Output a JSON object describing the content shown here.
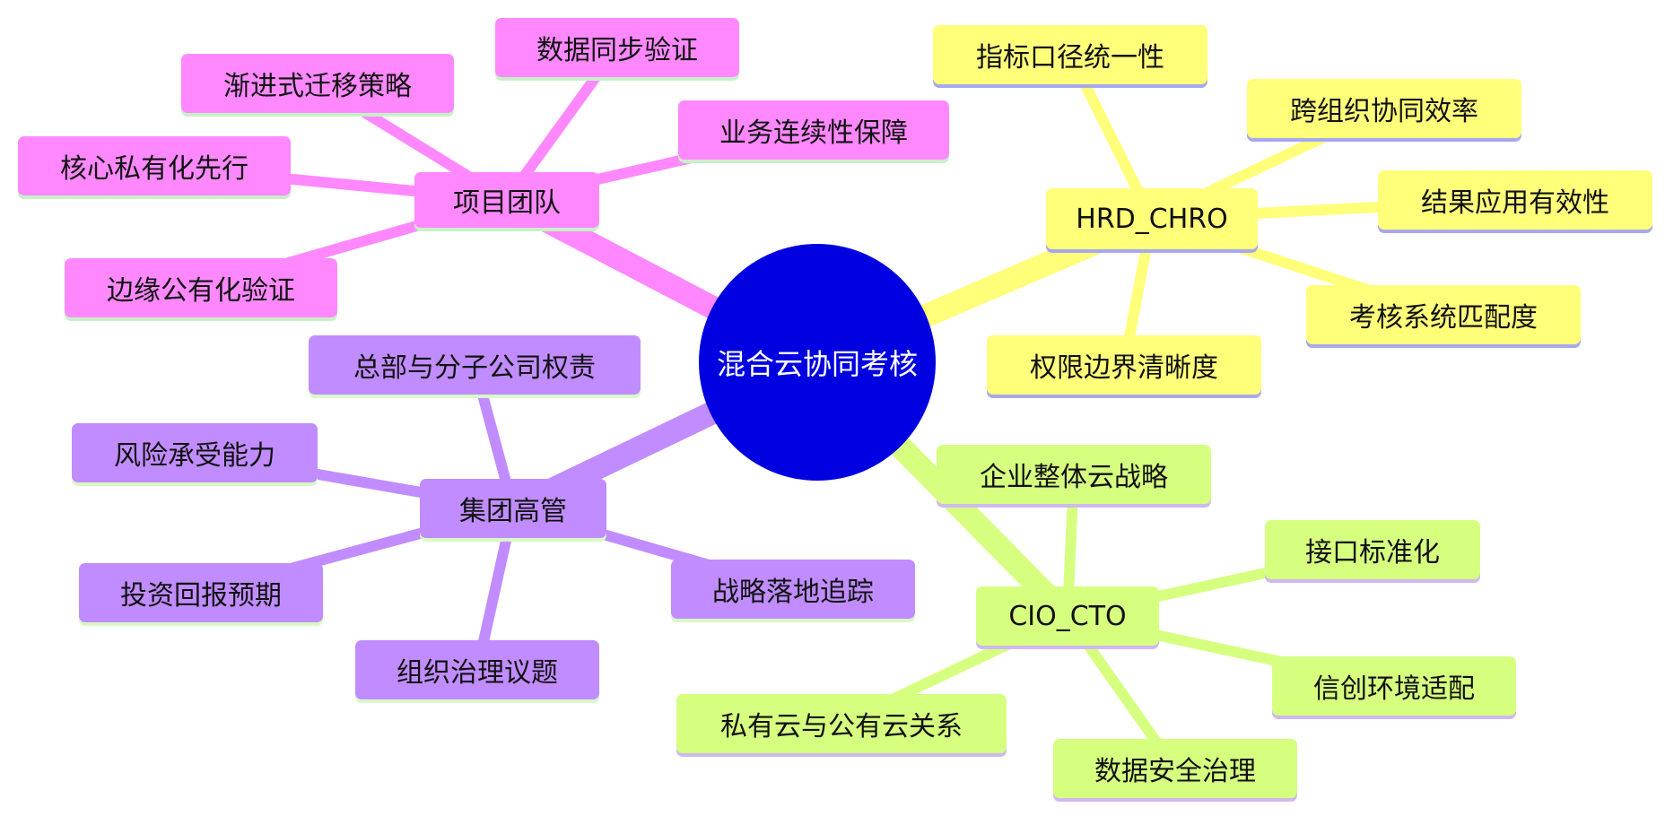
{
  "root": {
    "label": "混合云协同考核",
    "color": "#0000e0"
  },
  "branches": [
    {
      "key": "project",
      "label": "项目团队",
      "color": "#ff88ff",
      "accent": "#c8f0c8",
      "children": [
        "数据同步验证",
        "渐进式迁移策略",
        "业务连续性保障",
        "核心私有化先行",
        "边缘公有化验证"
      ]
    },
    {
      "key": "hrd",
      "label": "HRD_CHRO",
      "color": "#ffff7a",
      "accent": "#a8a8f0",
      "children": [
        "指标口径统一性",
        "跨组织协同效率",
        "结果应用有效性",
        "考核系统匹配度",
        "权限边界清晰度"
      ]
    },
    {
      "key": "group",
      "label": "集团高管",
      "color": "#c08cff",
      "accent": "#d8f8c8",
      "children": [
        "总部与分子公司权责",
        "风险承受能力",
        "投资回报预期",
        "战略落地追踪",
        "组织治理议题"
      ]
    },
    {
      "key": "cio",
      "label": "CIO_CTO",
      "color": "#d6ff80",
      "accent": "#d0b8f0",
      "children": [
        "企业整体云战略",
        "接口标准化",
        "信创环境适配",
        "私有云与公有云关系",
        "数据安全治理"
      ]
    }
  ]
}
